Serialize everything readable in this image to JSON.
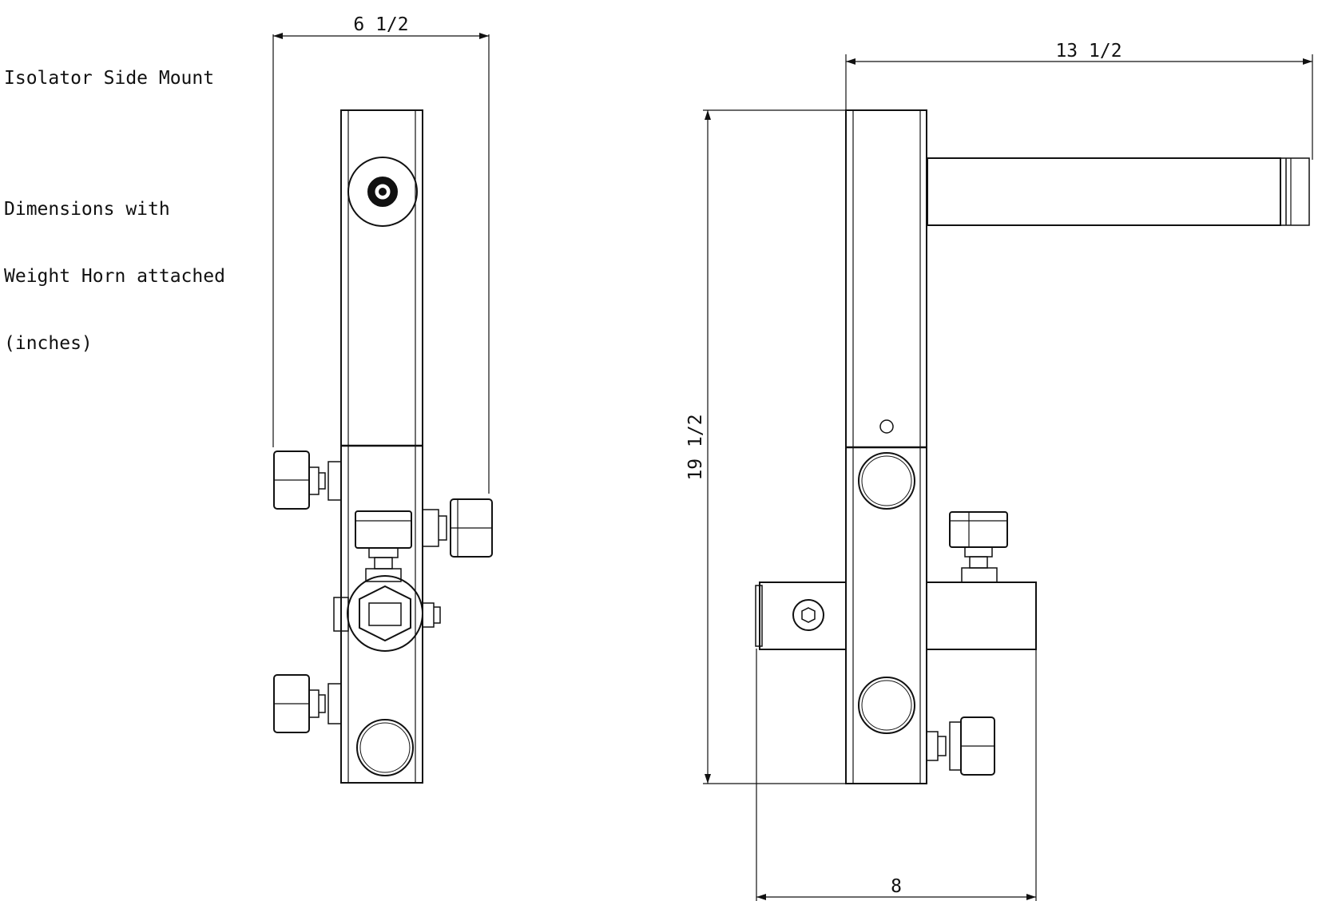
{
  "caption": {
    "title": "Isolator Side Mount",
    "lines": [
      "Dimensions with",
      "Weight Horn attached",
      "(inches)"
    ]
  },
  "dimensions": {
    "front_width": "6 1/2",
    "side_width": "13 1/2",
    "height": "19 1/2",
    "base_width": "8"
  },
  "colors": {
    "stroke": "#111111",
    "background": "#ffffff"
  }
}
